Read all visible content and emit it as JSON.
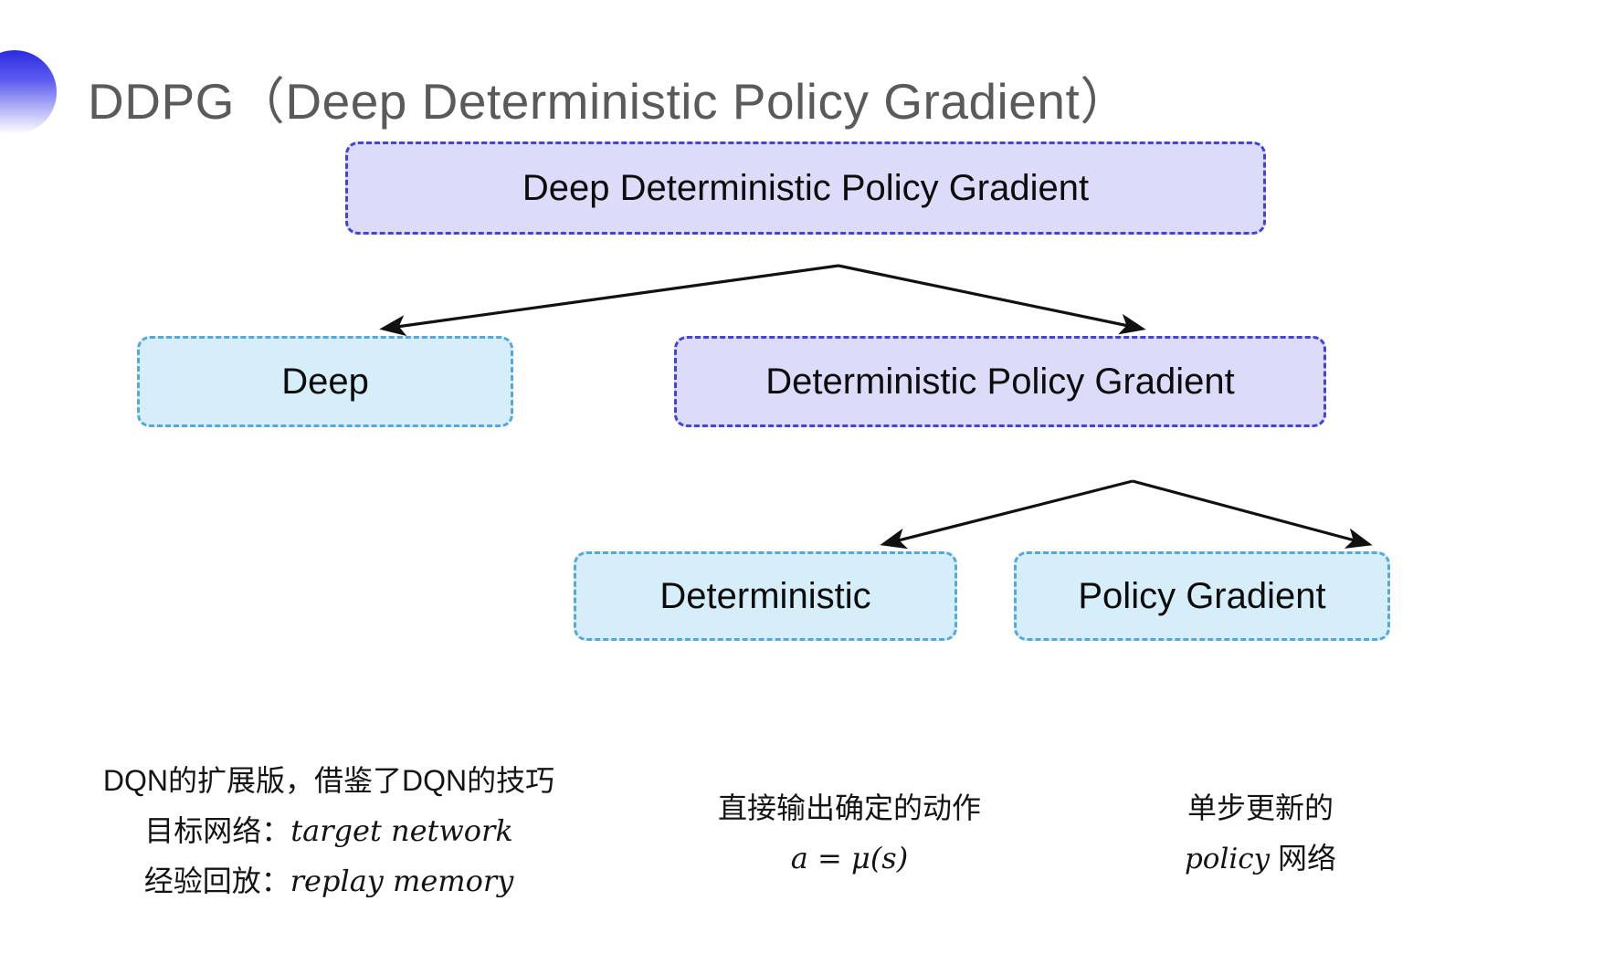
{
  "slide": {
    "title": "DDPG（Deep Deterministic Policy Gradient）",
    "background_color": "#ffffff",
    "title_color": "#5a5a5a",
    "bullet_gradient_from": "#2b2be0",
    "bullet_gradient_to": "#ffffff"
  },
  "palette": {
    "purple_fill": "#dcdcfa",
    "purple_border": "#4343d6",
    "blue_fill": "#d6eef9",
    "blue_border": "#55a8d8",
    "arrow_color": "#111111"
  },
  "diagram": {
    "nodes": {
      "root": {
        "label": "Deep Deterministic Policy Gradient",
        "style": "purple"
      },
      "deep": {
        "label": "Deep",
        "style": "blue"
      },
      "dpg": {
        "label": "Deterministic Policy Gradient",
        "style": "purple"
      },
      "deterministic": {
        "label": "Deterministic",
        "style": "blue"
      },
      "policy_gradient": {
        "label": "Policy Gradient",
        "style": "blue"
      }
    },
    "edges": [
      {
        "from": "root",
        "to": "deep"
      },
      {
        "from": "root",
        "to": "dpg"
      },
      {
        "from": "dpg",
        "to": "deterministic"
      },
      {
        "from": "dpg",
        "to": "policy_gradient"
      }
    ]
  },
  "annotations": {
    "deep": {
      "line1": "DQN的扩展版，借鉴了DQN的技巧",
      "line2_label": "目标网络：",
      "line2_term": "target network",
      "line3_label": "经验回放：",
      "line3_term": "replay memory"
    },
    "deterministic": {
      "line1": "直接输出确定的动作",
      "formula": "a = μ(s)"
    },
    "policy_gradient": {
      "line1": "单步更新的",
      "line2_term": "policy",
      "line2_suffix": " 网络"
    }
  }
}
